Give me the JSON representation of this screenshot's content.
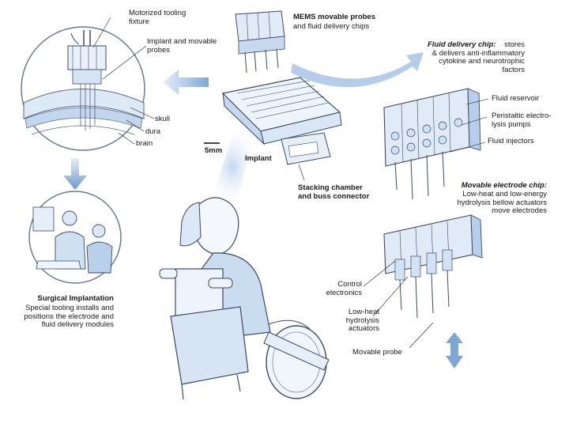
{
  "labels": {
    "motorized_fixture": "Motorized tooling\nfixture",
    "implant_probes": "Implant and movable\nprobes",
    "skull": "skull",
    "dura": "dura",
    "brain": "brain",
    "mems_title": "MEMS movable probes",
    "mems_sub": "and fluid delivery chips",
    "fluid_chip_title": "Fluid delivery chip:",
    "fluid_chip_desc": "stores\n& delivers anti-inflammatory\ncytokine and neurotrophic\nfactors",
    "fluid_reservoir": "Fluid reservoir",
    "peristaltic": "Peristaltic electro-\nlysis pumps",
    "fluid_injectors": "Fluid injectors",
    "scale": "5mm",
    "implant": "Implant",
    "stacking": "Stacking chamber\nand buss connector",
    "electrode_chip_title": "Movable electrode chip:",
    "electrode_chip_desc": "Low-heat and low-energy\nhydrolysis bellow actuators\nmove electrodes",
    "control_electronics": "Control\nelectronics",
    "low_heat": "Low-heat\nhydrolysis\nactuators",
    "movable_probe": "Movable probe",
    "surgical_title": "Surgical Implantation",
    "surgical_desc": "Special tooling installs and\npositions the electrode and\nfluid delivery modules"
  },
  "colors": {
    "line": "#3a4a66",
    "light_blue": "#cfe0f2",
    "mid_blue": "#9dbde0",
    "arrow_blue": "#7fa7d6",
    "dark_blue": "#5a86c2"
  }
}
